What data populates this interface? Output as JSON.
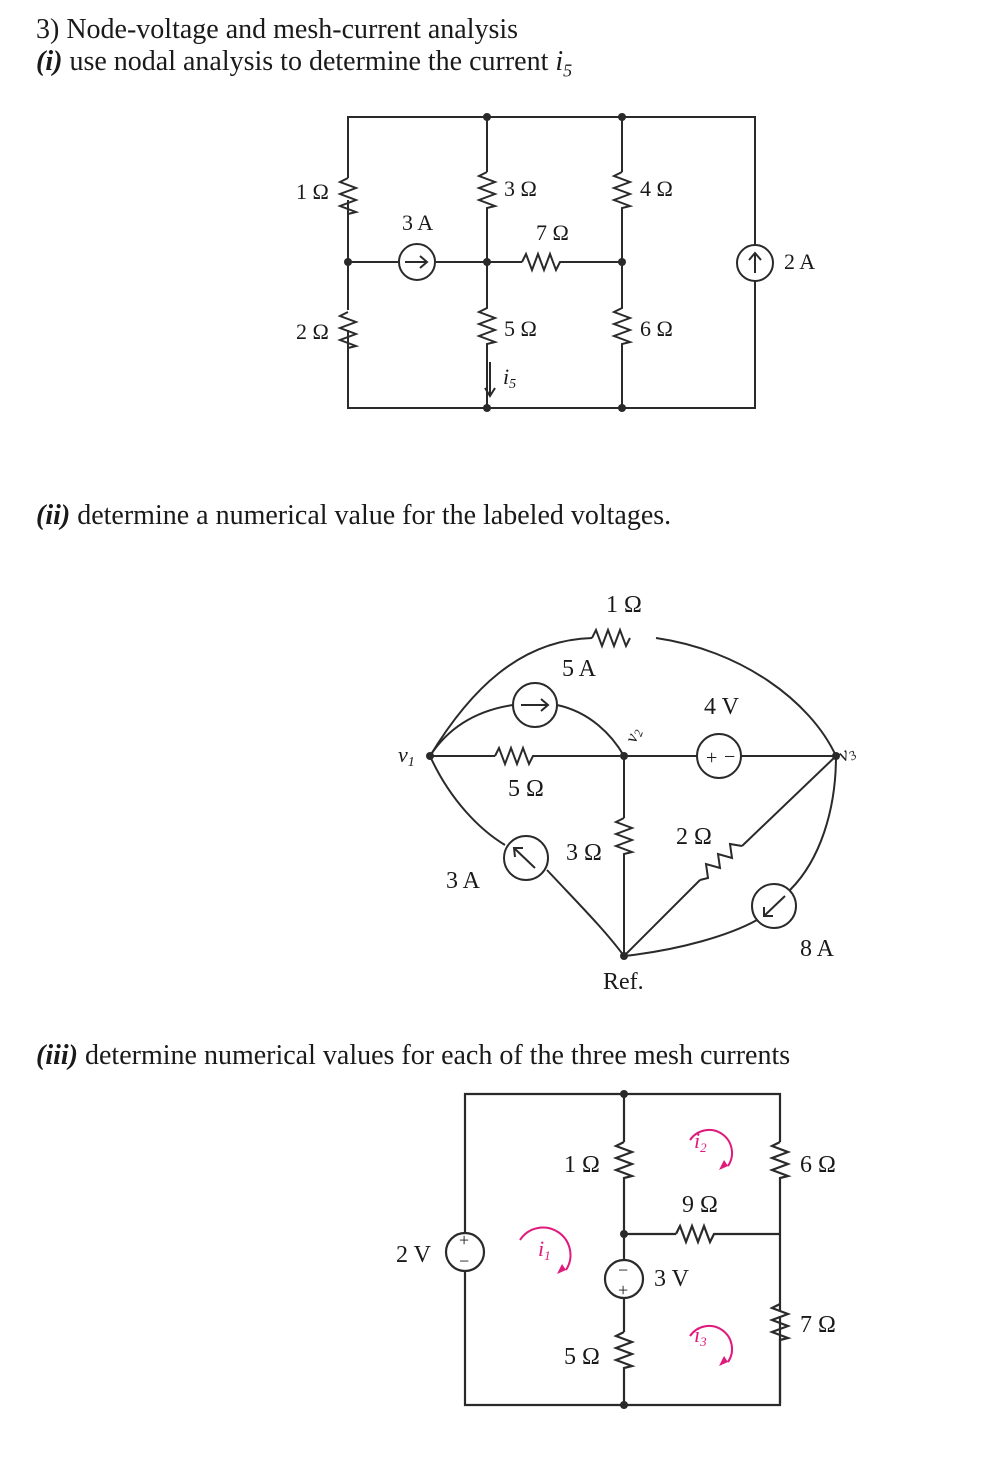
{
  "header": {
    "title": "3) Node-voltage and mesh-current analysis",
    "part1_label": "(i)",
    "part1_text": " use nodal analysis to determine the current ",
    "part1_var": "i",
    "part1_sub": "5",
    "part2_label": "(ii)",
    "part2_text": " determine a numerical value for the labeled voltages.",
    "part3_label": "(iii)",
    "part3_text": " determine numerical values for each of the three mesh currents"
  },
  "circuit1": {
    "r1": "1 Ω",
    "r2": "2 Ω",
    "r3": "3 Ω",
    "r4": "4 Ω",
    "r5": "5 Ω",
    "r6": "6 Ω",
    "r7": "7 Ω",
    "src3": "3 A",
    "src2": "2 A",
    "current_var": "i",
    "current_sub": "5"
  },
  "circuit2": {
    "r1": "1 Ω",
    "r5": "5 Ω",
    "r3": "3 Ω",
    "r2": "2 Ω",
    "src5": "5 A",
    "src3": "3 A",
    "src8": "8 A",
    "vsrc": "4 V",
    "v1": "v",
    "v1_sub": "1",
    "v2": "v",
    "v2_sub": "2",
    "v3": "v",
    "v3_sub": "3",
    "ref": "Ref.",
    "plus": "+",
    "minus": "−"
  },
  "circuit3": {
    "r1": "1 Ω",
    "r9": "9 Ω",
    "r5": "5 Ω",
    "r6": "6 Ω",
    "r7": "7 Ω",
    "v2": "2 V",
    "v3": "3 V",
    "i1": "i",
    "i1_sub": "1",
    "i2": "i",
    "i2_sub": "2",
    "i3": "i",
    "i3_sub": "3",
    "plus": "+",
    "minus": "−"
  },
  "colors": {
    "accent": "#e0197d",
    "wire": "#2a2a2a"
  }
}
